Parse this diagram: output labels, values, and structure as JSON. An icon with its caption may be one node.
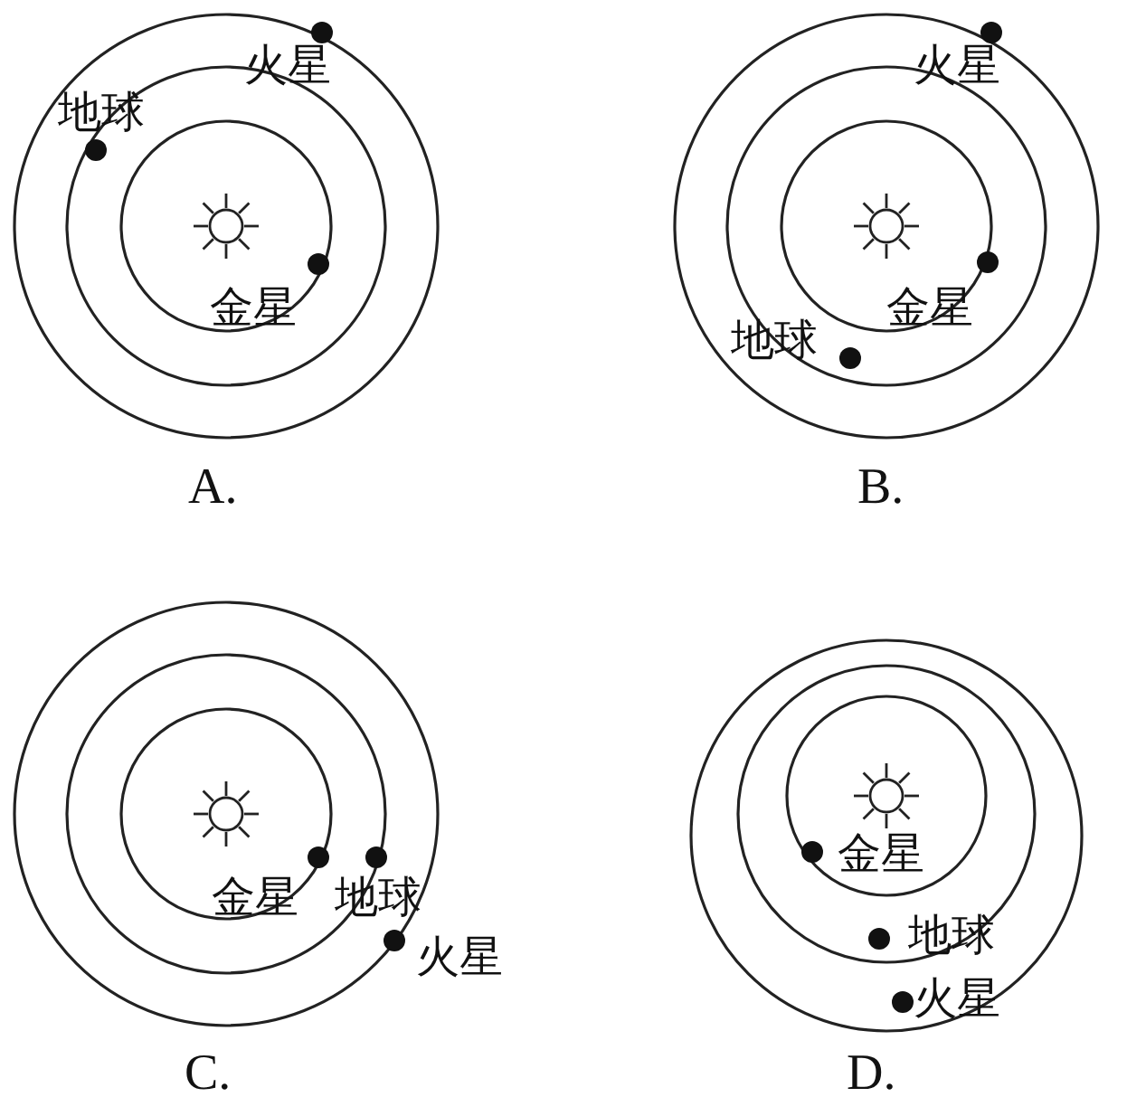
{
  "diagram": {
    "labels": [
      "火星",
      "地球",
      "金星",
      "A.",
      "火星",
      "金星",
      "地球",
      "B.",
      "金星",
      "地球",
      "火星",
      "C.",
      "金星",
      "地球",
      "火星",
      "D."
    ]
  }
}
